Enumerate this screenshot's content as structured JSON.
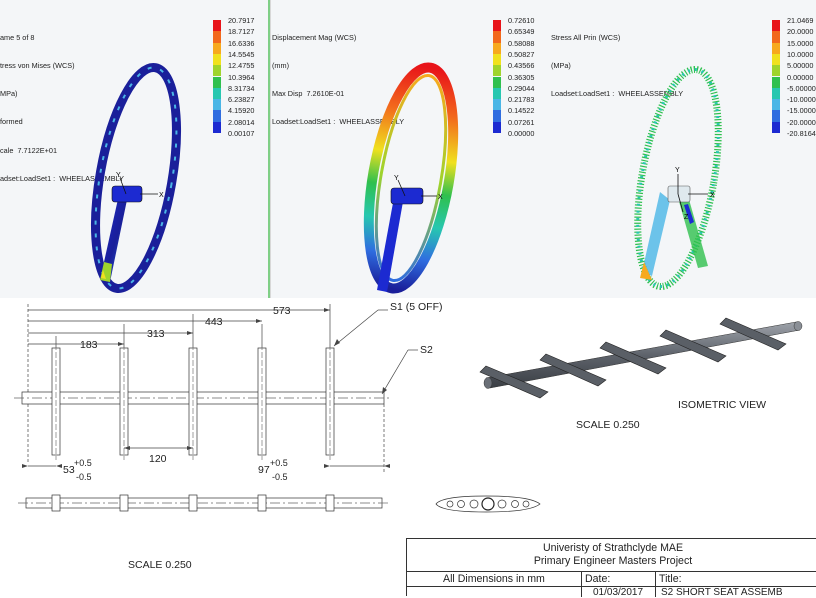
{
  "panels": [
    {
      "info": [
        "ame 5 of 8",
        "tress von Mises (WCS)",
        "MPa)",
        "formed",
        "cale  7.7122E+01",
        "adset:LoadSet1 :  WHEELASSEMBLY"
      ],
      "legend": [
        "20.7917",
        "18.7127",
        "16.6336",
        "14.5545",
        "12.4755",
        "10.3964",
        "8.31734",
        "6.23827",
        "4.15920",
        "2.08014",
        "0.00107"
      ],
      "border_color": "#7fcf86"
    },
    {
      "info": [
        "Displacement Mag (WCS)",
        "(mm)",
        "Max Disp  7.2610E-01",
        "Loadset:LoadSet1 :  WHEELASSEMBLY"
      ],
      "legend": [
        "0.72610",
        "0.65349",
        "0.58088",
        "0.50827",
        "0.43566",
        "0.36305",
        "0.29044",
        "0.21783",
        "0.14522",
        "0.07261",
        "0.00000"
      ],
      "border_color": "#e07a84"
    },
    {
      "info": [
        "Stress All Prin (WCS)",
        "(MPa)",
        "Loadset:LoadSet1 :  WHEELASSEMBLY"
      ],
      "legend": [
        "21.0469",
        "20.0000",
        "15.0000",
        "10.0000",
        "5.00000",
        "0.00000",
        "-5.00000",
        "-10.0000",
        "-15.0000",
        "-20.0000",
        "-20.8164"
      ],
      "border_color": "#dddddd"
    }
  ],
  "legend_colors": [
    "#e8141a",
    "#f2681c",
    "#f7a91e",
    "#f0e11e",
    "#9fd42c",
    "#2fc04e",
    "#27c7b0",
    "#4ab6e6",
    "#2f6de0",
    "#1c2ad1",
    "#1a1f9a"
  ],
  "axis_labels": {
    "y": "Y",
    "x": "X",
    "z": "Z"
  },
  "drawing": {
    "dims_top": [
      "573",
      "443",
      "313",
      "183"
    ],
    "dims_bottom": [
      "53",
      "120",
      "97"
    ],
    "tol_plus": "+0.5",
    "tol_minus": "-0.5",
    "callout_s1": "S1 (5 OFF)",
    "callout_s2": "S2",
    "scale_label_left": "SCALE  0.250",
    "scale_label_right": "SCALE  0.250",
    "iso_label": "ISOMETRIC VIEW"
  },
  "title_block": {
    "line1": "Univeristy of Strathclyde MAE",
    "line2": "Primary Engineer Masters Project",
    "dims_note": "All Dimensions in mm",
    "date_label": "Date:",
    "title_label": "Title:",
    "date_value": "01/03/2017",
    "title_value": "S2 SHORT SEAT ASSEMB"
  }
}
